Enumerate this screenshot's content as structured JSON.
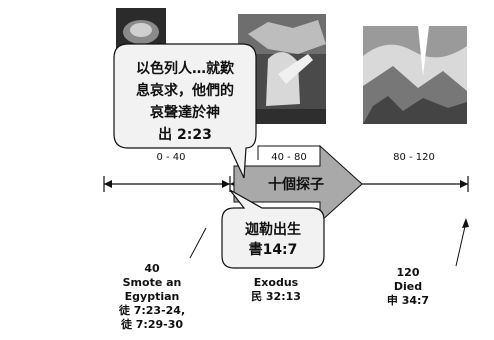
{
  "ranges": [
    "0 - 40",
    "40 - 80",
    "80 - 120"
  ],
  "callout_big": {
    "lines": [
      "以色列人…就歎",
      "息哀求，他們的",
      "哀聲達於神",
      "出 2:23"
    ]
  },
  "callout_small": {
    "lines": [
      "迦勒出生",
      "書14:7"
    ]
  },
  "arrow_label": "十個探子",
  "notes": {
    "left": [
      "40",
      "Smote an",
      "Egyptian",
      "徒 7:23-24,",
      "徒 7:29-30"
    ],
    "middle": [
      "Exodus",
      "民 32:13"
    ],
    "right": [
      "120",
      "Died",
      "申 34:7"
    ]
  },
  "pictures": [
    "baby-moses-painting",
    "moses-kills-egyptian-painting",
    "moses-on-mountain-painting"
  ],
  "colors": {
    "arrow_fill": "#a9a9a9",
    "callout_fill": "#f2f2f2",
    "line": "#111111"
  }
}
